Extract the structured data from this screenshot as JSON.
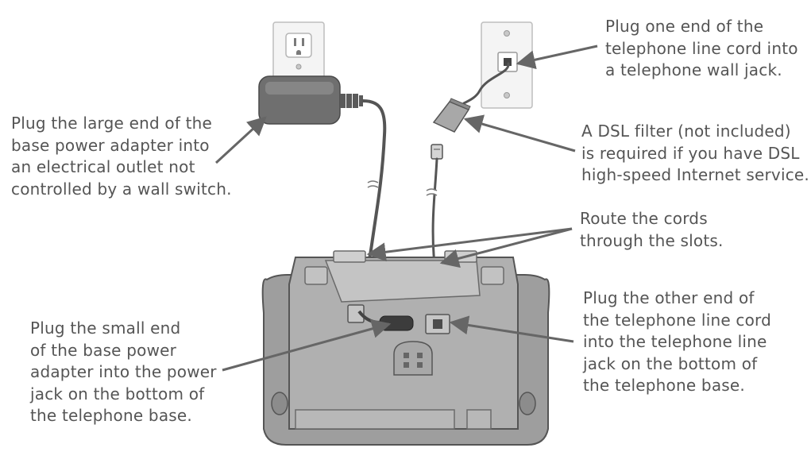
{
  "callouts": {
    "power_outlet": {
      "lines": [
        "Plug the large end of the",
        "base power adapter into",
        "an electrical outlet not",
        "controlled by a wall switch."
      ]
    },
    "wall_jack": {
      "lines": [
        "Plug one end of the",
        "telephone line cord into",
        "a telephone wall jack."
      ]
    },
    "dsl_filter": {
      "lines": [
        "A DSL filter (not included)",
        "is required if you have DSL",
        "high-speed Internet service."
      ]
    },
    "route_cords": {
      "lines": [
        "Route the cords",
        "through the slots."
      ]
    },
    "power_jack": {
      "lines": [
        "Plug the small end",
        "of the base power",
        "adapter into the power",
        "jack on the bottom of",
        "the telephone base."
      ]
    },
    "line_jack": {
      "lines": [
        "Plug the other end of",
        "the telephone line cord",
        "into the telephone line",
        "jack on the bottom of",
        "the telephone base."
      ]
    }
  }
}
